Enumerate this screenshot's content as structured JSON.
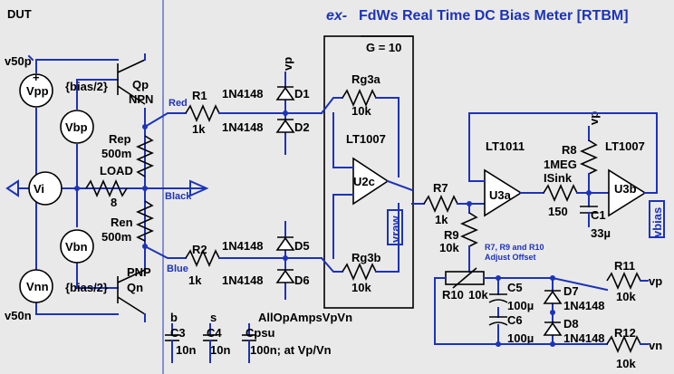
{
  "title": {
    "logo": "ex-",
    "text": "FdWs Real Time DC Bias Meter [RTBM]",
    "dut": "DUT"
  },
  "colors": {
    "wire": "#1d33b8",
    "component": "#000000",
    "background": "#e9e9e9",
    "label": "#1d33b8"
  },
  "nets": {
    "v50p": "v50p",
    "v50n": "v50n",
    "vp": "vp",
    "vn": "vn",
    "vraw": "vraw",
    "vbias": "vbias",
    "red": "Red",
    "black": "Black",
    "blue": "Blue",
    "b": "b",
    "s": "s"
  },
  "sources": {
    "vpp": "Vpp",
    "vbp": "Vbp",
    "vi": "Vi",
    "vbn": "Vbn",
    "vnn": "Vnn",
    "bias_top": "{bias/2}",
    "bias_bot": "{bias/2}"
  },
  "transistors": {
    "qp_name": "Qp",
    "qp_type": "NPN",
    "qn_name": "Qn",
    "qn_type": "PNP"
  },
  "resistors": {
    "rep_name": "Rep",
    "rep_val": "500m",
    "load_name": "LOAD",
    "load_val": "8",
    "ren_name": "Ren",
    "ren_val": "500m",
    "r1_name": "R1",
    "r1_val": "1k",
    "r2_name": "R2",
    "r2_val": "1k",
    "rg3a_name": "Rg3a",
    "rg3a_val": "10k",
    "rg3b_name": "Rg3b",
    "rg3b_val": "10k",
    "r7_name": "R7",
    "r7_val": "1k",
    "r9_name": "R9",
    "r9_val": "10k",
    "r8_name": "R8",
    "r8_val": "1MEG",
    "isink_name": "ISink",
    "isink_val": "150",
    "r10_name": "R10",
    "r10_val": "10k",
    "r11_name": "R11",
    "r11_val": "10k",
    "r12_name": "R12",
    "r12_val": "10k"
  },
  "diodes": {
    "d1": "D1",
    "d2": "D2",
    "d5": "D5",
    "d6": "D6",
    "d7": "D7",
    "d8": "D8",
    "part": "1N4148"
  },
  "opamps": {
    "u2c_name": "U2c",
    "u2c_part": "LT1007",
    "u3a_name": "U3a",
    "u3a_part": "LT1011",
    "u3b_name": "U3b",
    "u3b_part": "LT1007",
    "gain_box": "G = 10"
  },
  "caps": {
    "c1_name": "C1",
    "c1_val": "33µ",
    "c3_name": "C3",
    "c3_val": "10n",
    "c4_name": "C4",
    "c4_val": "10n",
    "c5_name": "C5",
    "c5_val": "100µ",
    "c6_name": "C6",
    "c6_val": "100µ",
    "cpsu_name": "Cpsu",
    "cpsu_val": "100n; at Vp/Vn",
    "cpsu_note": "AllOpAmpsVpVn"
  },
  "notes": {
    "offset_1": "R7, R9 and R10",
    "offset_2": "Adjust Offset"
  }
}
